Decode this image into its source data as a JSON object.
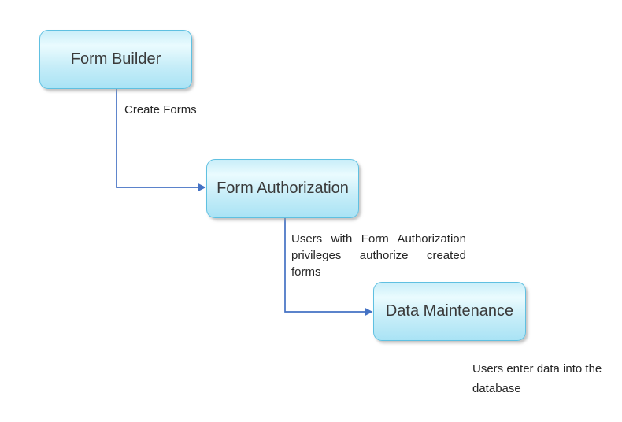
{
  "diagram": {
    "type": "flowchart",
    "nodes": [
      {
        "id": "form-builder",
        "label": "Form Builder"
      },
      {
        "id": "form-authorization",
        "label": "Form Authorization"
      },
      {
        "id": "data-maintenance",
        "label": "Data Maintenance"
      }
    ],
    "edges": [
      {
        "from": "form-builder",
        "to": "form-authorization",
        "label": "Create Forms"
      },
      {
        "from": "form-authorization",
        "to": "data-maintenance",
        "label": "Users with Form Authorization privileges authorize created forms"
      }
    ],
    "notes": [
      {
        "attached_to": "data-maintenance",
        "text": "Users enter data into the database"
      }
    ]
  },
  "colors": {
    "node_fill_top": "#c9eef9",
    "node_fill_light": "#eafbfe",
    "node_fill_mid": "#c6edf8",
    "node_fill_bottom": "#a9e3f5",
    "node_border": "#5fc0e1",
    "connector": "#4472c4",
    "text": "#262626",
    "title_text": "#3a3a3a",
    "background": "#ffffff"
  }
}
